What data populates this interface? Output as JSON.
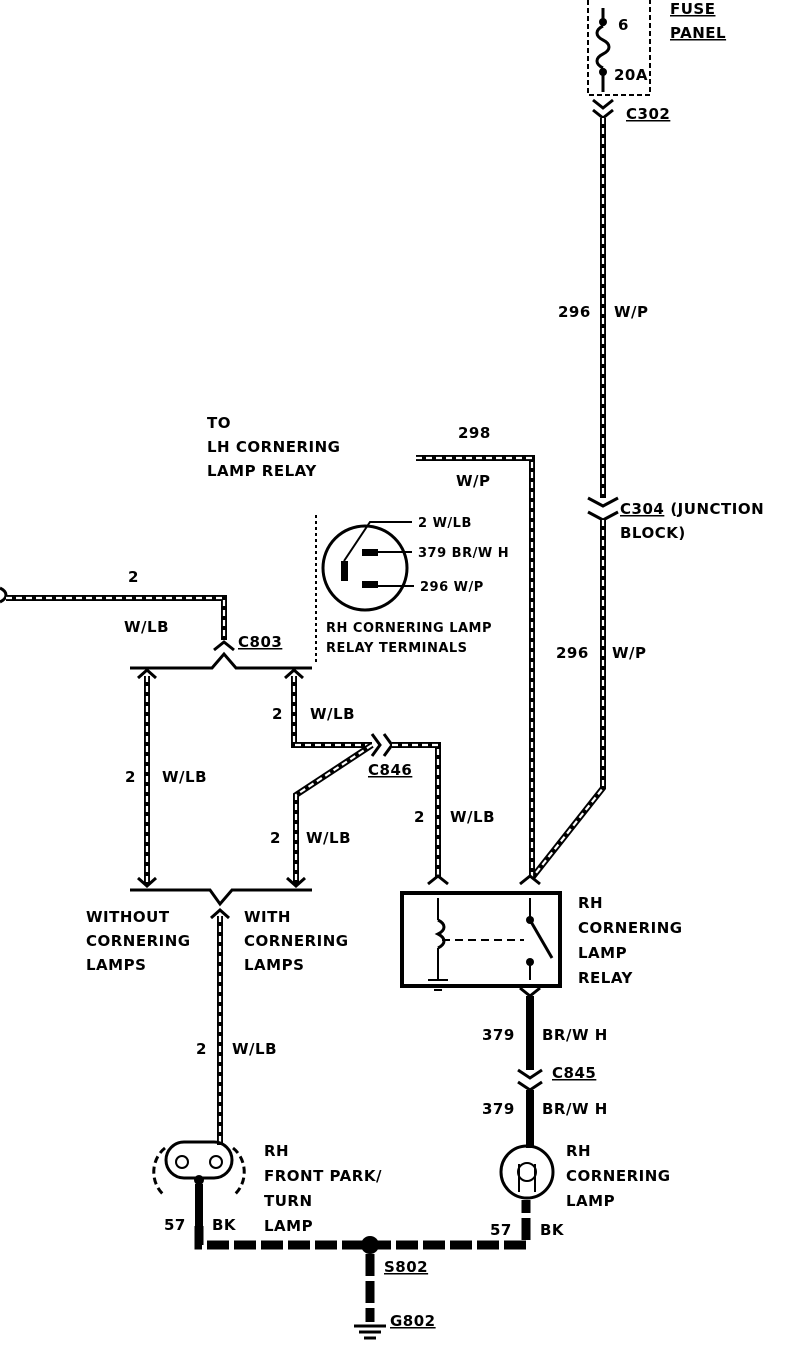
{
  "fuse_panel": {
    "label_1": "FUSE",
    "label_2": "PANEL",
    "fuse_no": "6",
    "fuse_rating": "20A"
  },
  "connectors": {
    "c302": "C302",
    "c304": "C304",
    "c304_note_1": "(JUNCTION",
    "c304_note_2": "BLOCK)",
    "c803": "C803",
    "c846": "C846",
    "c845": "C845",
    "s802": "S802",
    "g802": "G802"
  },
  "wires": {
    "w296_top": {
      "circuit": "296",
      "color": "W/P"
    },
    "w296_mid": {
      "circuit": "296",
      "color": "W/P"
    },
    "w298": {
      "circuit": "298",
      "color": "W/P"
    },
    "w2_left_in": {
      "circuit": "2",
      "color": "W/LB"
    },
    "w2_bracket_left": {
      "circuit": "2",
      "color": "W/LB"
    },
    "w2_upper": {
      "circuit": "2",
      "color": "W/LB"
    },
    "w2_lower": {
      "circuit": "2",
      "color": "W/LB"
    },
    "w2_relay": {
      "circuit": "2",
      "color": "W/LB"
    },
    "w2_lamp": {
      "circuit": "2",
      "color": "W/LB"
    },
    "w379_top": {
      "circuit": "379",
      "color": "BR/W H"
    },
    "w379_bot": {
      "circuit": "379",
      "color": "BR/W H"
    },
    "w57_left": {
      "circuit": "57",
      "color": "BK"
    },
    "w57_right": {
      "circuit": "57",
      "color": "BK"
    }
  },
  "to_lh_relay": {
    "line_1": "TO",
    "line_2": "LH CORNERING",
    "line_3": "LAMP RELAY"
  },
  "relay_terminals": {
    "t1": "2 W/LB",
    "t2": "379 BR/W H",
    "t3": "296 W/P",
    "caption_1": "RH CORNERING LAMP",
    "caption_2": "RELAY TERMINALS"
  },
  "option_labels": {
    "without_1": "WITHOUT",
    "without_2": "CORNERING",
    "without_3": "LAMPS",
    "with_1": "WITH",
    "with_2": "CORNERING",
    "with_3": "LAMPS"
  },
  "relay_label": {
    "line_1": "RH",
    "line_2": "CORNERING",
    "line_3": "LAMP",
    "line_4": "RELAY"
  },
  "park_lamp_label": {
    "line_1": "RH",
    "line_2": "FRONT PARK/",
    "line_3": "TURN",
    "line_4": "LAMP"
  },
  "cornering_lamp_label": {
    "line_1": "RH",
    "line_2": "CORNERING",
    "line_3": "LAMP"
  }
}
